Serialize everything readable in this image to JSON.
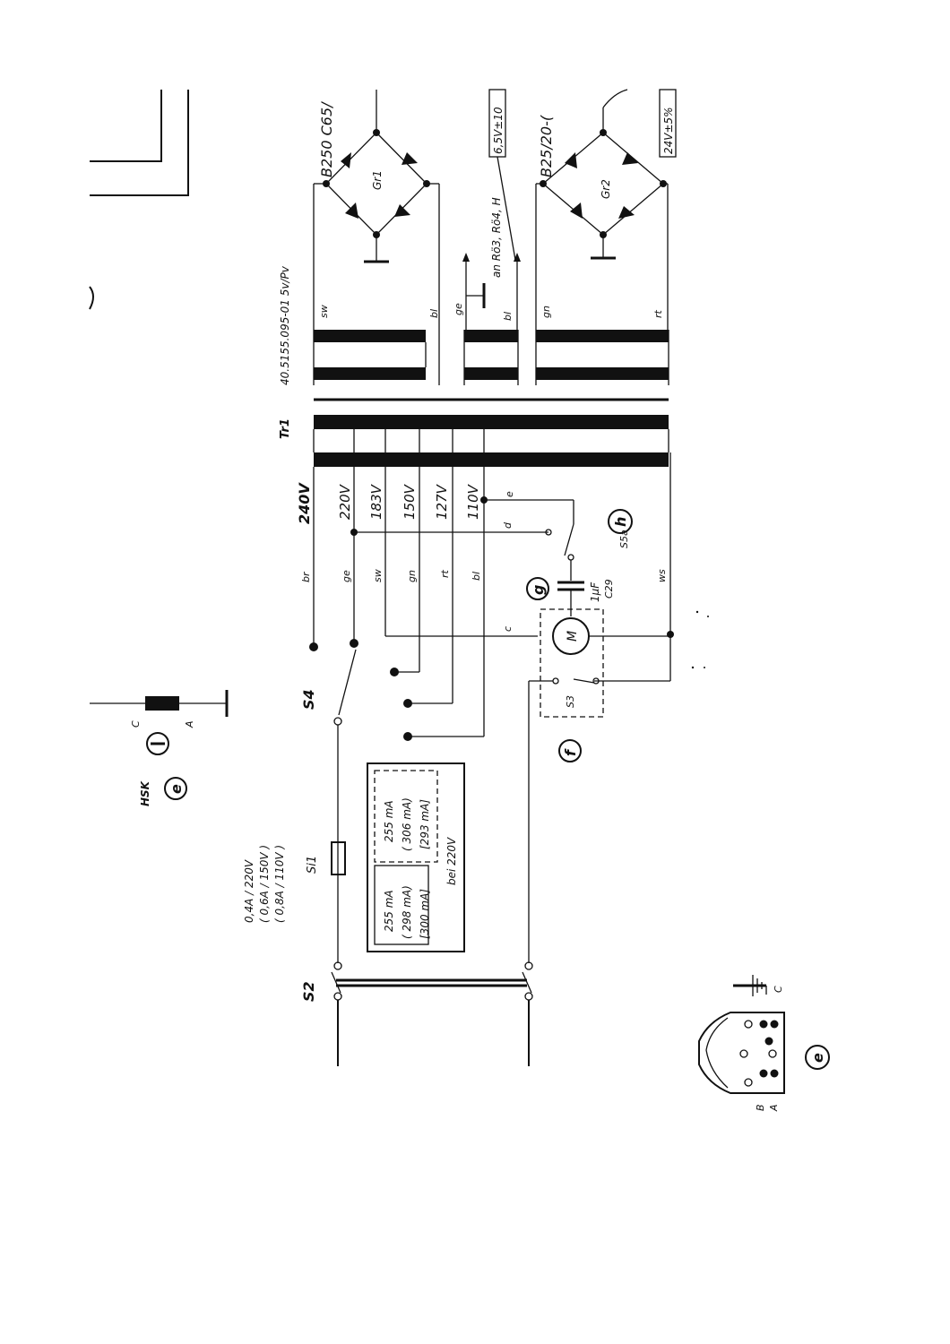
{
  "transformer": {
    "ref": "Tr1",
    "part_no": "40.5155.095-01  5v/Pv",
    "taps": [
      "240V",
      "220V",
      "183V",
      "150V",
      "127V",
      "110V"
    ],
    "wire_colors": [
      "br",
      "ge",
      "sw",
      "gn",
      "rt",
      "bl"
    ],
    "secondary_colors": [
      "sw",
      "bl",
      "ge",
      "bl",
      "gn",
      "rt"
    ],
    "tap_letters": [
      "c",
      "d",
      "e"
    ]
  },
  "rectifier1": {
    "ref": "Gr1",
    "type": "B250 C65/"
  },
  "rectifier2": {
    "ref": "Gr2",
    "type": "B25/20-("
  },
  "heater_note": "an Rö3, Rö4, H",
  "heater_voltage": "6,5V±10",
  "dc_voltage": "24V±5%",
  "motor": {
    "symbol": "M",
    "ground_wire": "ws",
    "cap_value": "1µF",
    "cap_ref": "C29",
    "switch_ref": "S5a",
    "contact_ref": "S3"
  },
  "switches": {
    "s4": "S4",
    "s1": "Si1",
    "s2": "S2"
  },
  "fuse_ratings": [
    "0,4A / 220V",
    "( 0,6A / 150V )",
    "( 0,8A / 110V )"
  ],
  "current_box": {
    "left": [
      "255 mA",
      "( 298 mA)",
      "[300 mA]"
    ],
    "right": [
      "255 mA",
      "( 306 mA)",
      "[293 mA]"
    ],
    "footer": "bei 220V"
  },
  "markers": {
    "e": "e",
    "f": "f",
    "g": "g",
    "h": "h"
  },
  "hsk": {
    "label": "HSK",
    "pins": [
      "C",
      "A"
    ]
  },
  "connector": {
    "pins_left": [
      "B",
      "A"
    ],
    "ground": "C"
  }
}
